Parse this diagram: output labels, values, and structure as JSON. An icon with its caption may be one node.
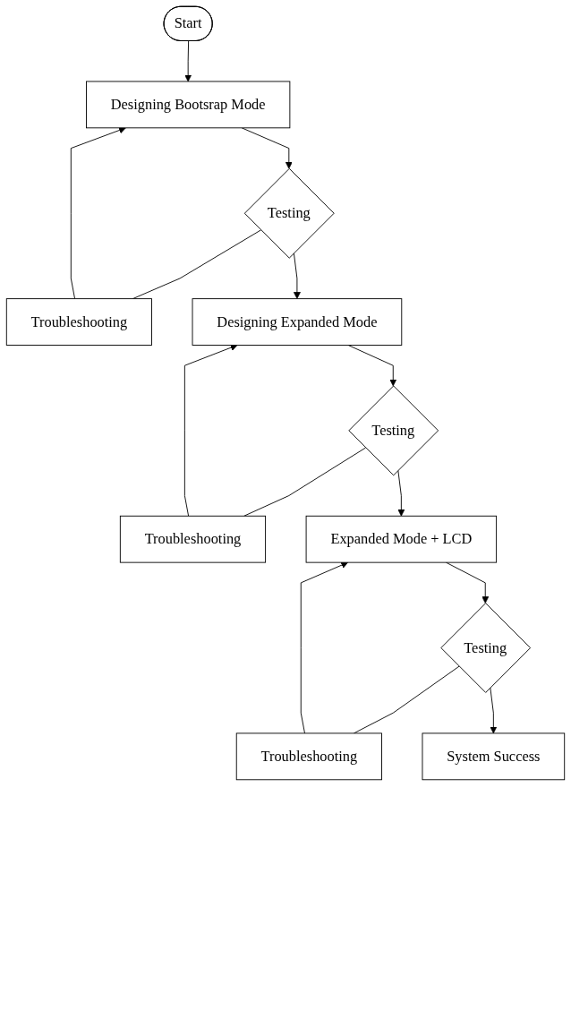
{
  "diagram": {
    "nodes": [
      {
        "text": [
          "Start"
        ]
      },
      {
        "text": [
          "Designing Bootsrap Mode"
        ]
      },
      {
        "text": [
          "Troubleshooting"
        ]
      },
      {
        "text": [
          "Testing"
        ]
      },
      {
        "text": [
          "Designing Expanded Mode"
        ]
      },
      {
        "text": [
          "Troubleshooting"
        ]
      },
      {
        "text": [
          "Testing"
        ]
      },
      {
        "text": [
          "Expanded Mode + LCD"
        ]
      },
      {
        "text": [
          "Troubleshooting"
        ]
      },
      {
        "text": [
          "Testing"
        ]
      },
      {
        "text": [
          "System Success"
        ]
      }
    ],
    "edges": [
      {
        "from": 0,
        "to": 1,
        "arrow": "to"
      },
      {
        "from": 1,
        "to": 3,
        "arrow": "to"
      },
      {
        "from": 3,
        "to": 2,
        "arrow": "none"
      },
      {
        "from": 2,
        "to": 1,
        "arrow": "to"
      },
      {
        "from": 3,
        "to": 4,
        "arrow": "to"
      },
      {
        "from": 4,
        "to": 6,
        "arrow": "to"
      },
      {
        "from": 6,
        "to": 5,
        "arrow": "none"
      },
      {
        "from": 5,
        "to": 4,
        "arrow": "to"
      },
      {
        "from": 6,
        "to": 7,
        "arrow": "to"
      },
      {
        "from": 7,
        "to": 9,
        "arrow": "to"
      },
      {
        "from": 9,
        "to": 8,
        "arrow": "none"
      },
      {
        "from": 8,
        "to": 7,
        "arrow": "to"
      },
      {
        "from": 9,
        "to": 10,
        "arrow": "to"
      }
    ]
  }
}
